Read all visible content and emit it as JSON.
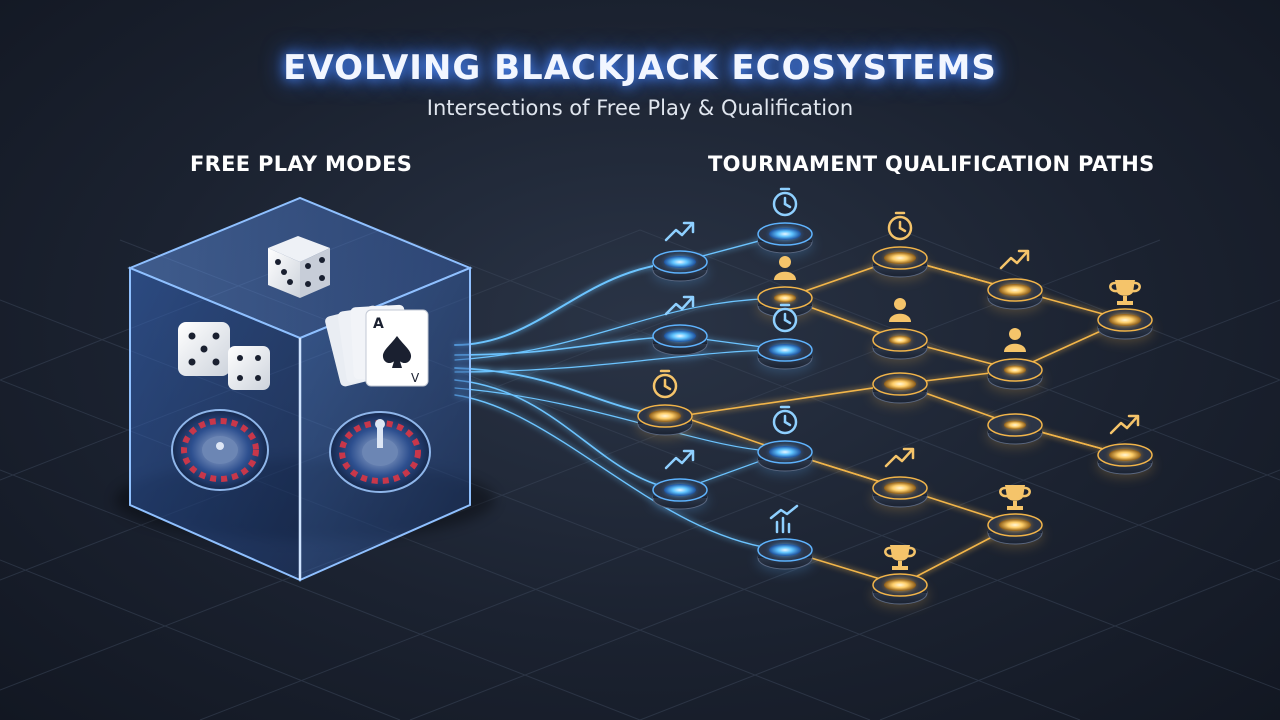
{
  "header": {
    "title": "EVOLVING BLACKJACK ECOSYSTEMS",
    "subtitle": "Intersections of Free Play & Qualification"
  },
  "sections": {
    "free_play_label": "FREE PLAY MODES",
    "qualification_label": "TOURNAMENT QUALIFICATION PATHS"
  },
  "cards": {
    "rank": "A",
    "bottom_rank": "V"
  },
  "colors": {
    "background": "#1b2230",
    "blue_glow": "#5fb4ff",
    "gold_glow": "#f2b54a",
    "cube_edge": "#7fb3ff"
  },
  "icons": [
    "dice-icon",
    "playing-cards-icon",
    "roulette-wheel-icon",
    "stopwatch-icon",
    "trend-up-icon",
    "person-icon",
    "trophy-icon",
    "bar-chart-icon"
  ]
}
